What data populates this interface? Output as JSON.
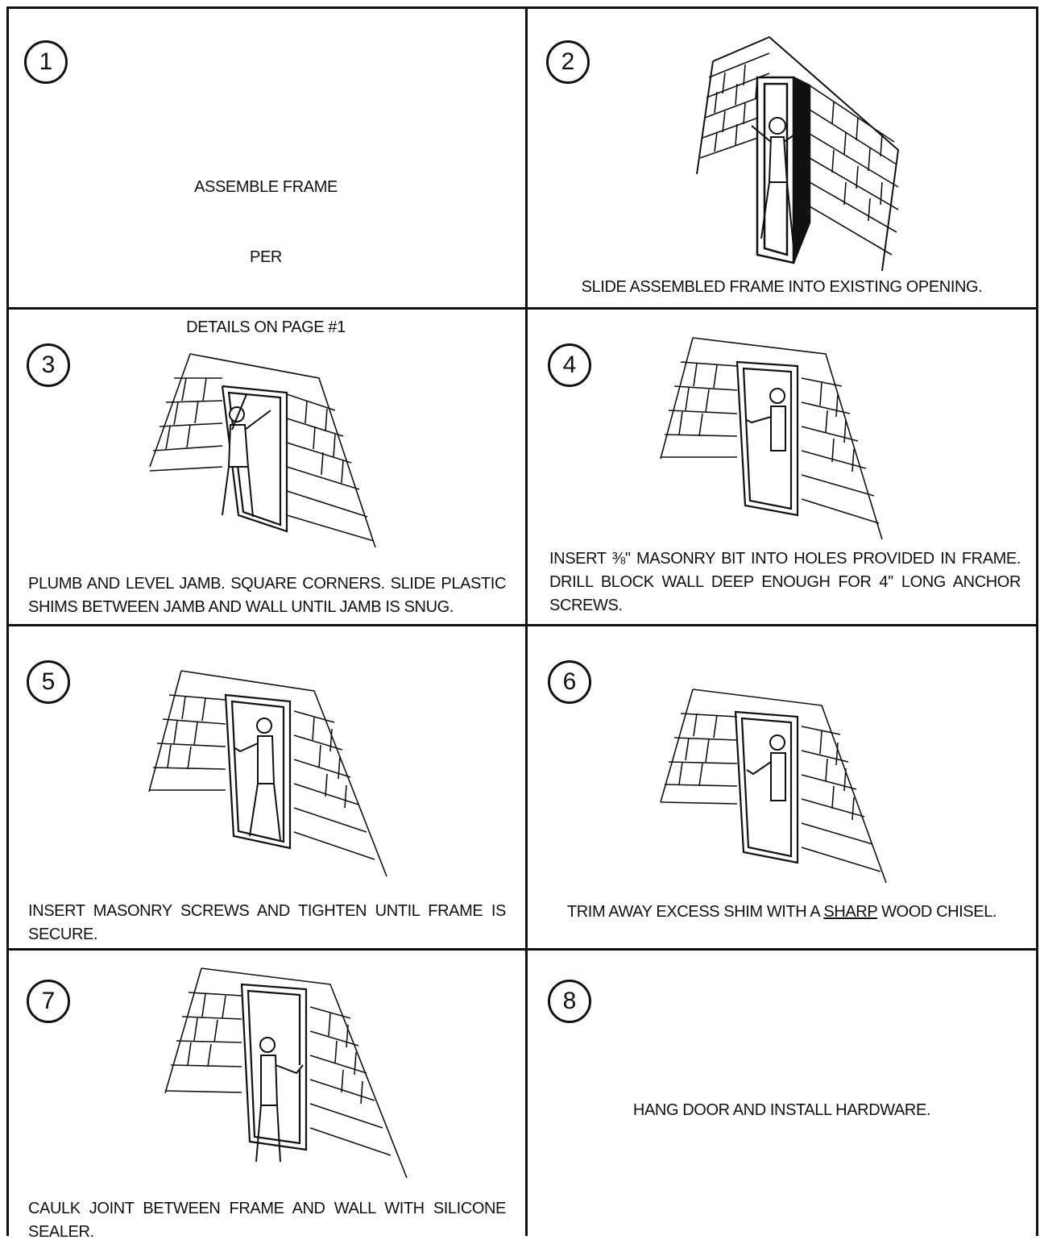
{
  "steps": [
    {
      "number": "1",
      "caption_lines": [
        "ASSEMBLE FRAME",
        "PER",
        "DETAILS ON PAGE #1"
      ]
    },
    {
      "number": "2",
      "caption": "SLIDE ASSEMBLED FRAME INTO EXISTING OPENING."
    },
    {
      "number": "3",
      "caption": "PLUMB AND LEVEL JAMB. SQUARE CORNERS. SLIDE PLASTIC SHIMS BETWEEN JAMB AND WALL UNTIL JAMB IS SNUG."
    },
    {
      "number": "4",
      "caption": "INSERT ⅜\" MASONRY BIT INTO HOLES PROVIDED IN FRAME. DRILL BLOCK WALL DEEP ENOUGH FOR 4'' LONG ANCHOR SCREWS."
    },
    {
      "number": "5",
      "caption": "INSERT MASONRY SCREWS AND TIGHTEN UNTIL FRAME IS SECURE."
    },
    {
      "number": "6",
      "caption_before": "TRIM AWAY EXCESS SHIM WITH A ",
      "caption_emph": "SHARP",
      "caption_after": " WOOD CHISEL."
    },
    {
      "number": "7",
      "caption": "CAULK JOINT BETWEEN FRAME AND WALL WITH SILICONE SEALER."
    },
    {
      "number": "8",
      "caption": "HANG DOOR AND INSTALL HARDWARE."
    }
  ]
}
